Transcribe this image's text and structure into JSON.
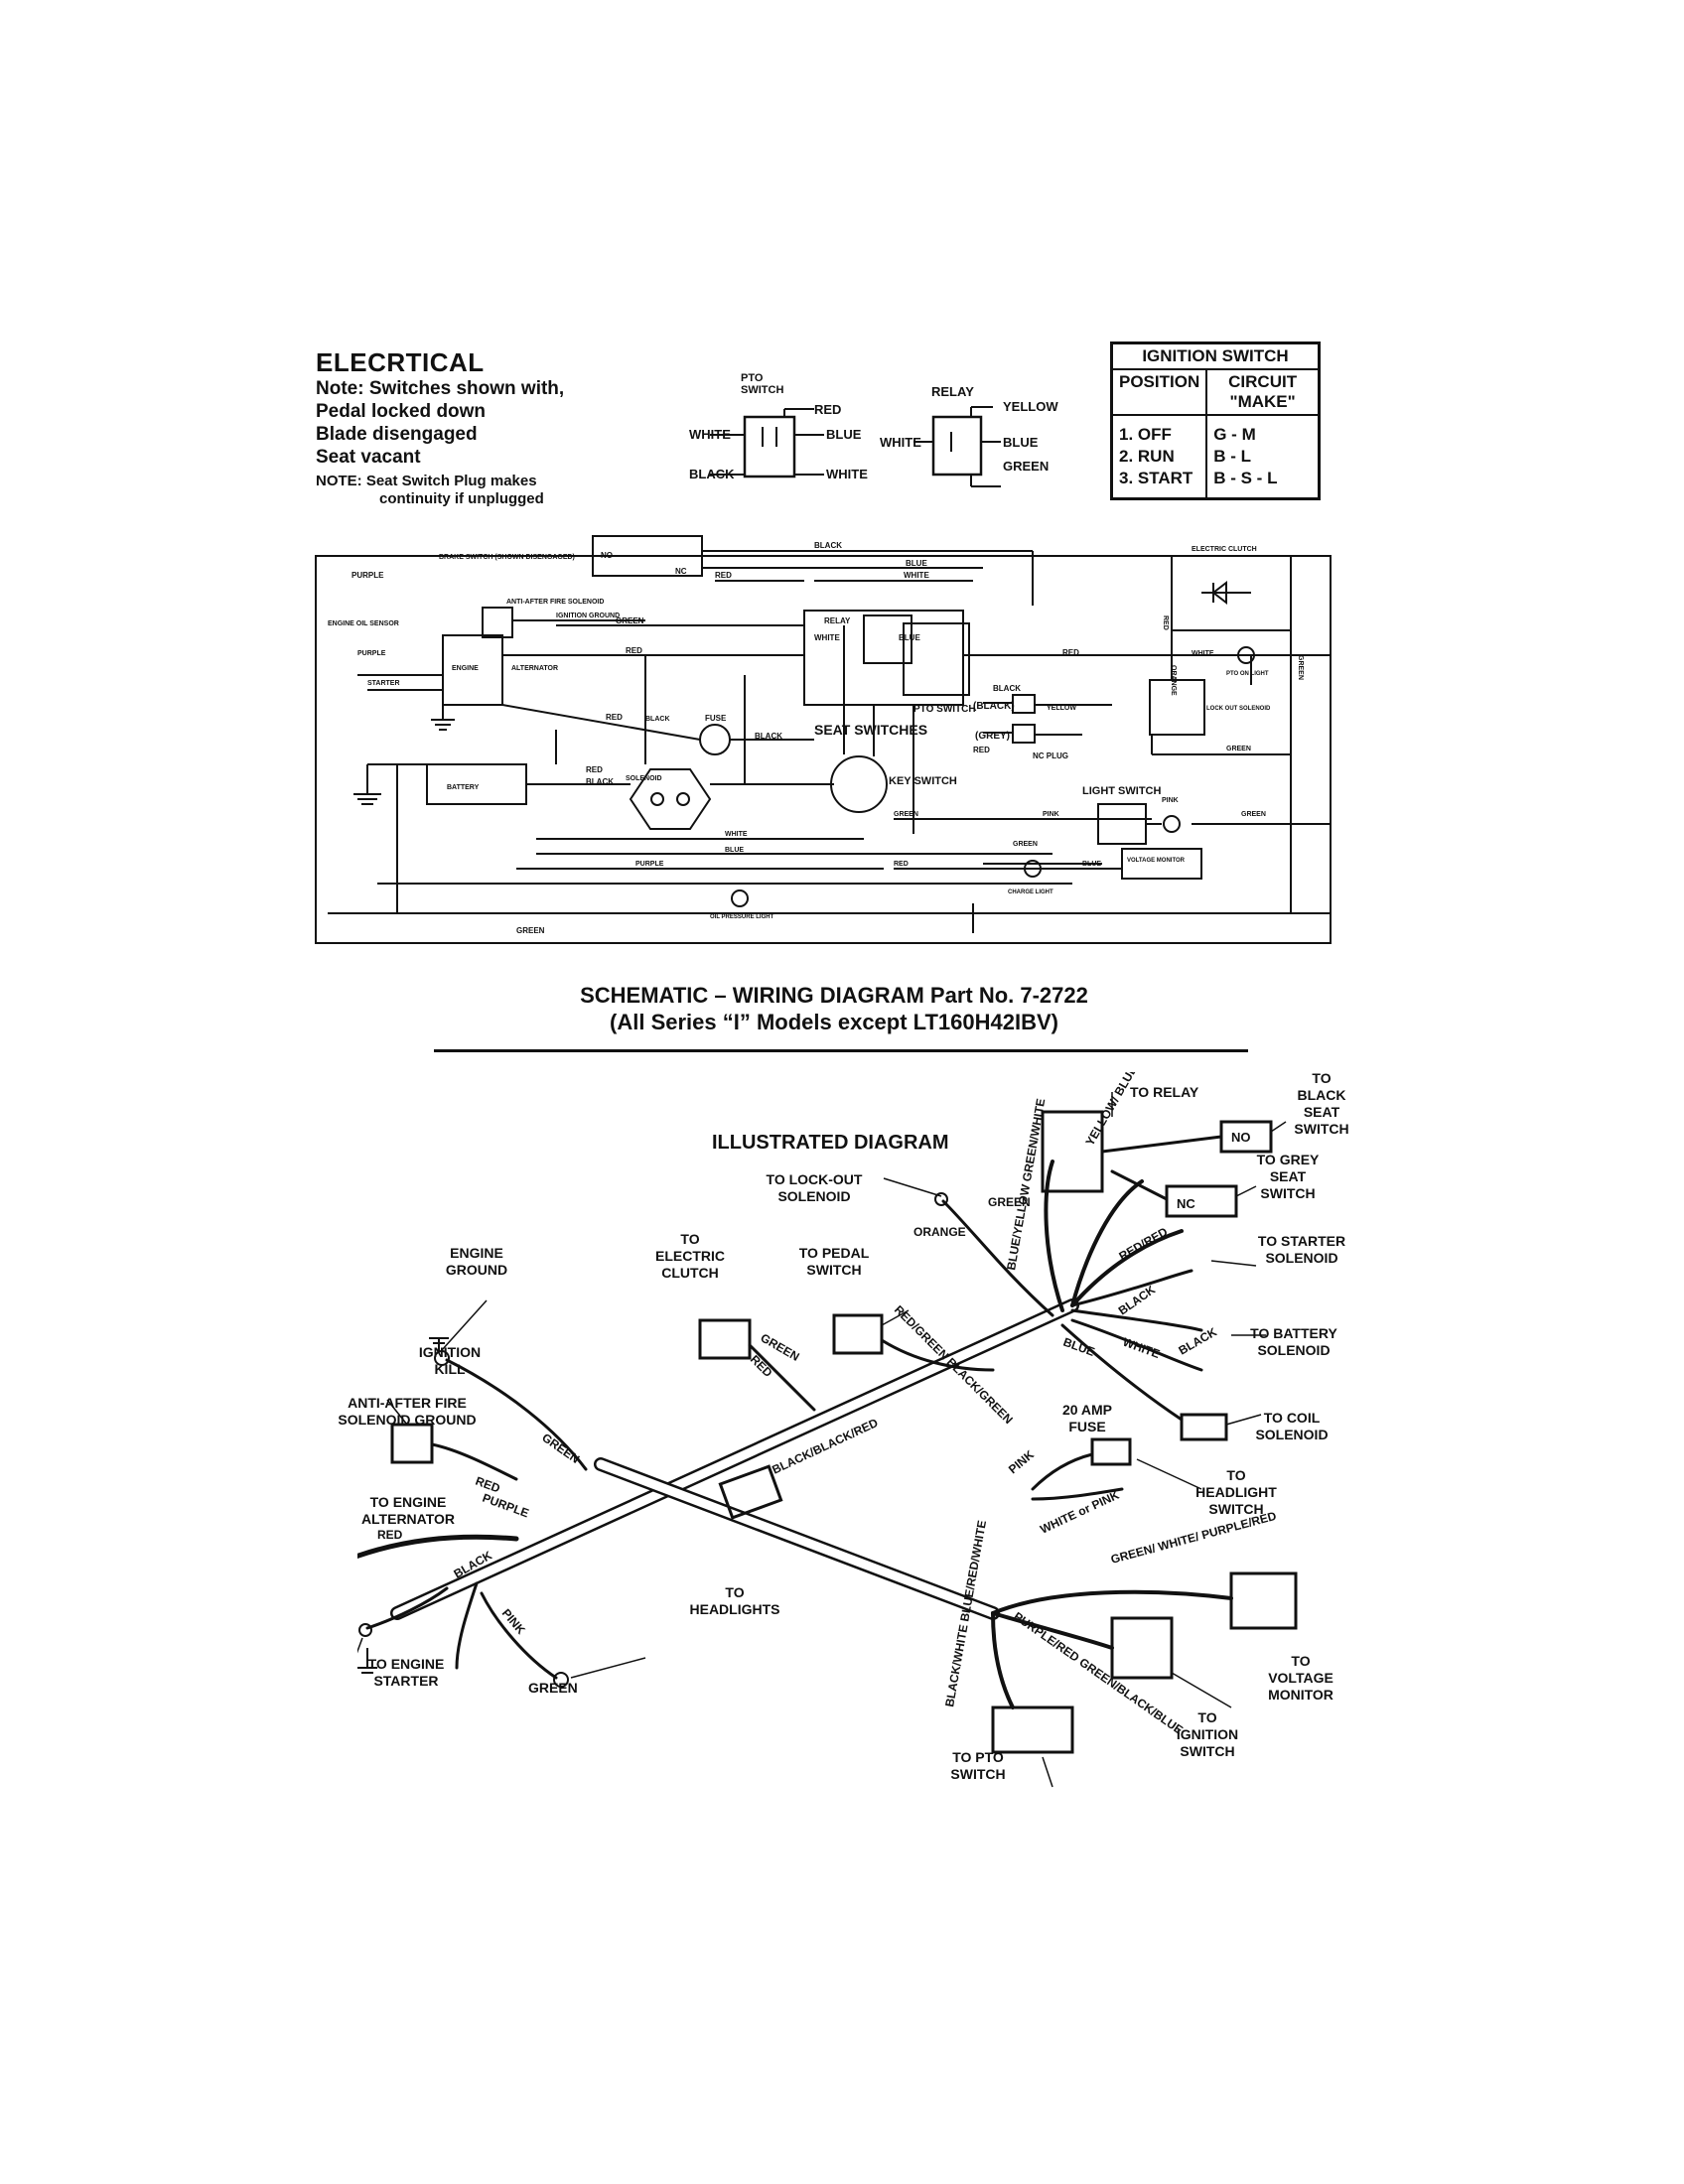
{
  "schematic": {
    "heading": "ELECRTICAL",
    "note_lines": [
      "Note: Switches shown with,",
      "Pedal locked down",
      "Blade disengaged",
      "Seat vacant"
    ],
    "note2_line1": "NOTE: Seat Switch Plug makes",
    "note2_line2": "continuity if unplugged",
    "pto_switch_label": "PTO SWITCH",
    "pto_wires": {
      "red": "RED",
      "white": "WHITE",
      "blue": "BLUE",
      "black": "BLACK",
      "white2": "WHITE"
    },
    "relay_label": "RELAY",
    "relay_wires": {
      "yellow": "YELLOW",
      "white": "WHITE",
      "blue": "BLUE",
      "green": "GREEN"
    },
    "ignition_table": {
      "title": "IGNITION SWITCH",
      "col_position": "POSITION",
      "col_circuit": "CIRCUIT \"MAKE\"",
      "positions": [
        "1. OFF",
        "2. RUN",
        "3. START"
      ],
      "circuits": [
        "G - M",
        "B - L",
        "B - S - L"
      ]
    },
    "labels": {
      "brake_switch": "BRAKE SWITCH (SHOWN DISENGAGED)",
      "no": "NO",
      "nc": "NC",
      "black": "BLACK",
      "blue": "BLUE",
      "red": "RED",
      "white": "WHITE",
      "purple": "PURPLE",
      "green": "GREEN",
      "yellow": "YELLOW",
      "pink": "PINK",
      "orange": "ORANGE",
      "anti_after_fire": "ANTI-AFTER FIRE SOLENOID",
      "ignition_ground": "IGNITION GROUND",
      "engine_oil_sensor": "ENGINE OIL SENSOR",
      "engine": "ENGINE",
      "alternator": "ALTERNATOR",
      "starter": "STARTER",
      "fuse": "FUSE",
      "seat_switches": "SEAT SWITCHES",
      "black_paren": "(BLACK)",
      "grey_paren": "(GREY)",
      "nc_plug": "NC PLUG",
      "key_switch": "KEY SWITCH",
      "pto_switch": "PTO SWITCH",
      "battery": "BATTERY",
      "solenoid": "SOLENOID",
      "light_switch": "LIGHT SWITCH",
      "electric_clutch": "ELECTRIC CLUTCH",
      "pto_on_light": "PTO ON LIGHT",
      "lock_out_solenoid": "LOCK OUT SOLENOID",
      "voltage_monitor": "VOLTAGE MONITOR",
      "charge_light": "CHARGE LIGHT",
      "oil_pressure_light": "OIL PRESSURE LIGHT",
      "relay_inner": "RELAY"
    },
    "caption_line1": "SCHEMATIC – WIRING DIAGRAM Part No. 7-2722",
    "caption_line2": "(All Series “I” Models except LT160H42IBV)"
  },
  "illustrated": {
    "heading": "ILLUSTRATED DIAGRAM",
    "callouts": {
      "to_relay": "TO RELAY",
      "to_black_seat_switch": "TO BLACK SEAT SWITCH",
      "to_grey_seat_switch": "TO GREY SEAT SWITCH",
      "to_starter_solenoid": "TO STARTER SOLENOID",
      "to_battery_solenoid": "TO BATTERY SOLENOID",
      "to_coil_solenoid": "TO COIL SOLENOID",
      "to_headlight_switch": "TO HEADLIGHT SWITCH",
      "to_voltage_monitor": "TO VOLTAGE MONITOR",
      "to_ignition_switch": "TO IGNITION SWITCH",
      "to_pto_switch": "TO PTO SWITCH",
      "to_lock_out_solenoid": "TO LOCK-OUT SOLENOID",
      "to_electric_clutch": "TO ELECTRIC CLUTCH",
      "to_pedal_switch": "TO PEDAL SWITCH",
      "engine_ground": "ENGINE GROUND",
      "ignition_kill": "IGNITION KILL",
      "anti_after_fire_ground": "ANTI-AFTER FIRE SOLENOID GROUND",
      "to_engine_alternator": "TO ENGINE ALTERNATOR",
      "to_engine_starter": "TO ENGINE STARTER",
      "to_headlights": "TO HEADLIGHTS",
      "fuse_20amp": "20 AMP FUSE",
      "green_bottom": "GREEN"
    },
    "wire_labels": {
      "yellow_blue": "YELLOW/ BLUE/BLUE",
      "blue_yellow_green_white": "BLUE/YELLOW GREEN/WHITE",
      "green": "GREEN",
      "orange": "ORANGE",
      "red_red": "RED/RED",
      "black": "BLACK",
      "white": "WHITE",
      "blue": "BLUE",
      "red_green_black_green": "RED/GREEN BLACK/GREEN",
      "red": "RED",
      "purple": "PURPLE",
      "pink": "PINK",
      "black_black_red": "BLACK/BLACK/RED",
      "white_or_pink": "WHITE or PINK",
      "green_white_purple_red": "GREEN/ WHITE/ PURPLE/RED",
      "black_white_blue_red_white": "BLACK/WHITE BLUE/RED/WHITE",
      "purple_red_green_black_blue": "PURPLE/RED GREEN/BLACK/BLUE",
      "no": "NO",
      "nc": "NC"
    }
  }
}
